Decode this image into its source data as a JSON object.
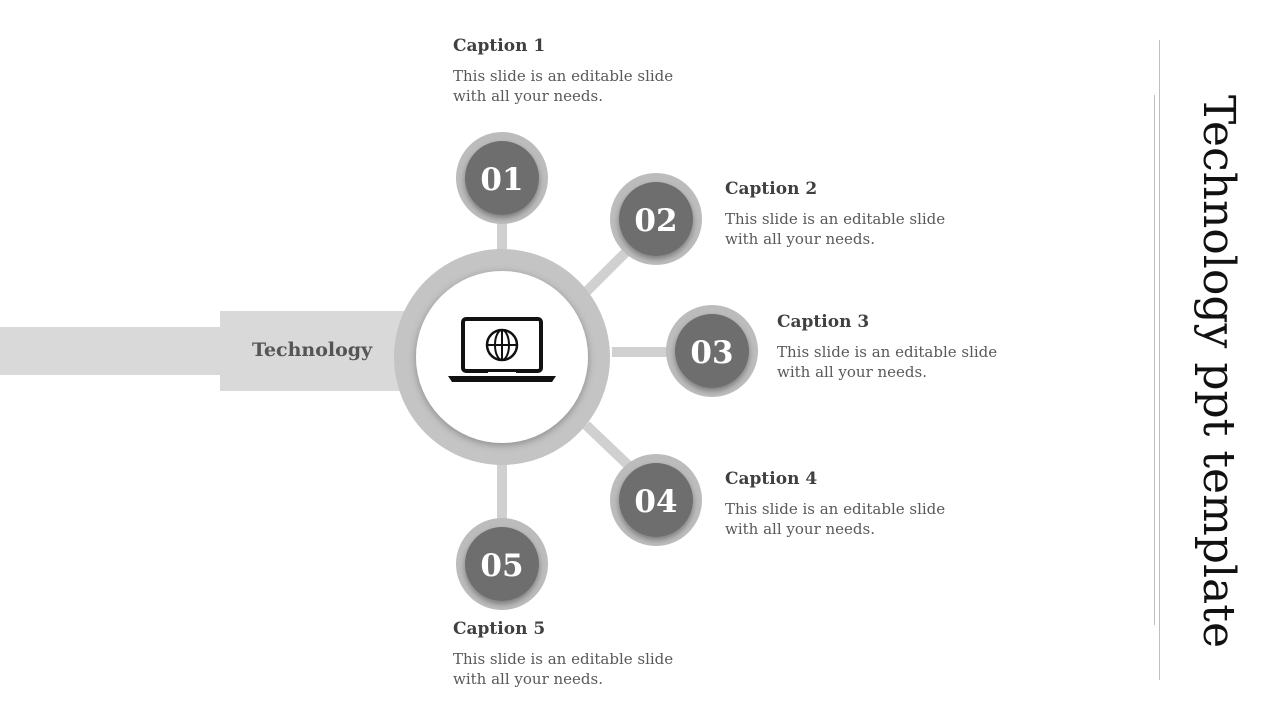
{
  "slide": {
    "title": "Technology ppt template",
    "hub_label": "Technology",
    "hub_icon": "laptop-globe-icon"
  },
  "colors": {
    "band": "#d9d9d9",
    "ring": "#bfbfbf",
    "node_fill": "#6e6e6e",
    "node_ring": "#bcbcbc",
    "connector": "#d0d0d0"
  },
  "nodes": [
    {
      "number": "01",
      "caption": "Caption 1",
      "text": "This slide is an editable slide with all your needs."
    },
    {
      "number": "02",
      "caption": "Caption 2",
      "text": "This slide is an editable slide with all your needs."
    },
    {
      "number": "03",
      "caption": "Caption 3",
      "text": "This slide is an editable slide with all your needs."
    },
    {
      "number": "04",
      "caption": "Caption 4",
      "text": "This slide is an editable slide with all your needs."
    },
    {
      "number": "05",
      "caption": "Caption 5",
      "text": "This slide is an editable slide with all your needs."
    }
  ]
}
